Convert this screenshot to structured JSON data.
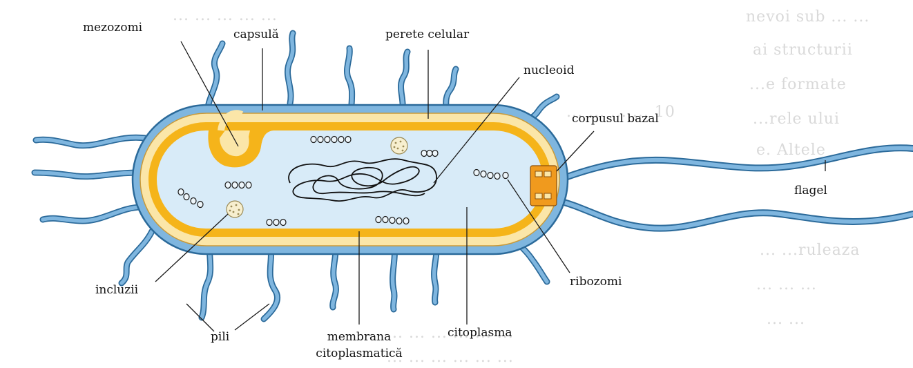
{
  "colors": {
    "capsule": "#7fb6df",
    "capsule_edge": "#2b6a9a",
    "cell_wall": "#fbe6a8",
    "membrane": "#f5b41a",
    "cytoplasm": "#d8ebf8",
    "nucleoid": "#111111",
    "basal_body": "#f09a1e",
    "background_text": "#d9d9d9"
  },
  "labels": {
    "mezozomi": "mezozomi",
    "capsula": "capsulă",
    "perete_celular": "perete celular",
    "nucleoid": "nucleoid",
    "corpusul_bazal": "corpusul bazal",
    "flagel": "flagel",
    "ribozomi": "ribozomi",
    "incluzii": "incluzii",
    "pili": "pili",
    "membrana_line1": "membrana",
    "membrana_line2": "citoplasmatică",
    "citoplasma": "citoplasma"
  },
  "icons": {
    "ribosome": "ribosome-cluster-icon",
    "inclusion": "inclusion-granule-icon"
  }
}
